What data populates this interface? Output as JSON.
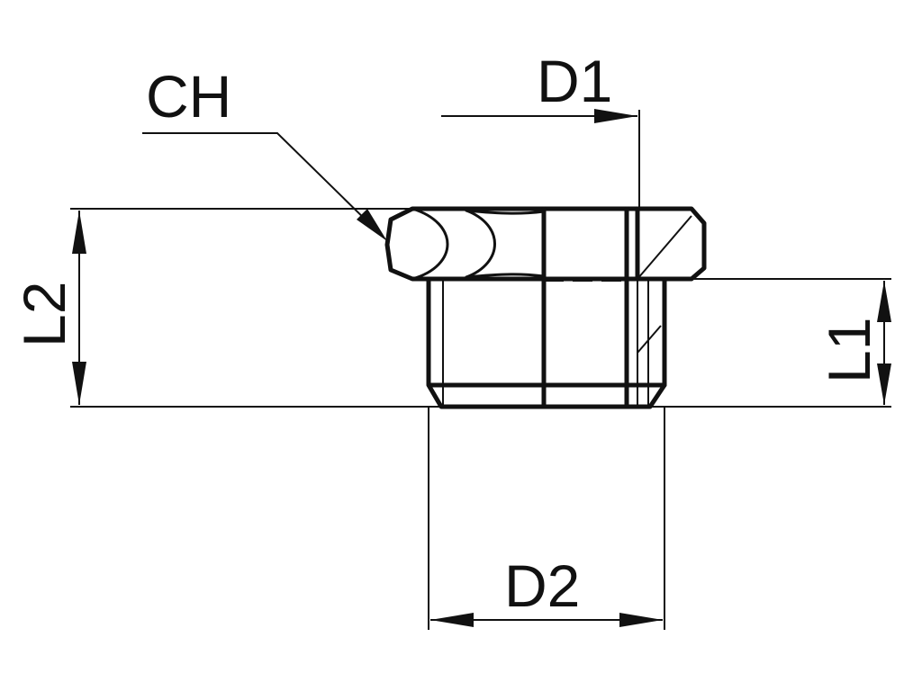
{
  "labels": {
    "ch": "CH",
    "d1": "D1",
    "d2": "D2",
    "l1": "L1",
    "l2": "L2"
  },
  "colors": {
    "line": "#111111",
    "background": "#ffffff"
  }
}
